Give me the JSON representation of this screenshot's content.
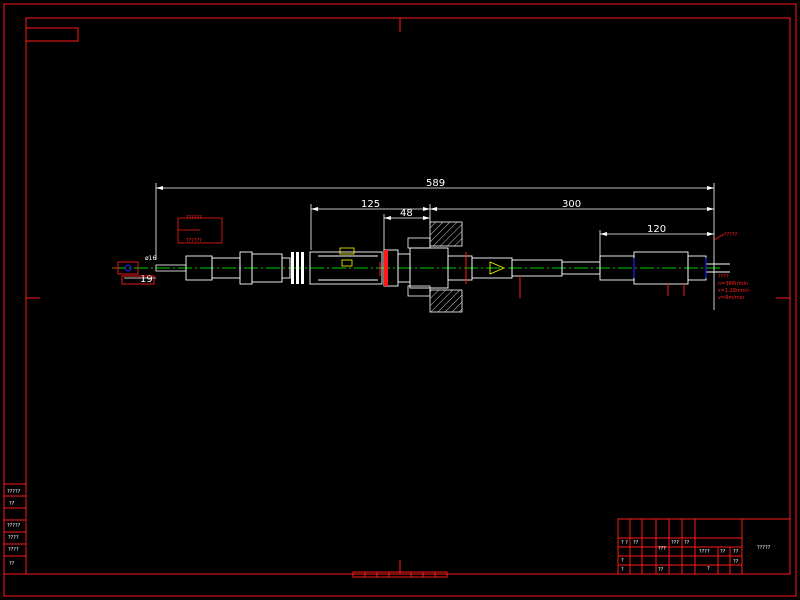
{
  "colors": {
    "frame": "#ff1a1a",
    "dimension": "#ffffff",
    "centerline": "#00cc00",
    "part": "#ffffff",
    "accent": "#ffff00",
    "blue": "#2020ff"
  },
  "dimensions": {
    "total": "589",
    "d125": "125",
    "d48": "48",
    "d300": "300",
    "d120": "120",
    "d19": "19",
    "phi": "ø16"
  },
  "annotations": {
    "boxed_label_1": "??????",
    "boxed_label_2": "??????",
    "right_callout": "?????",
    "spec_title": "????",
    "spec_n": "n=368r/min",
    "spec_s": "s=1.28mm/r",
    "spec_v": "v=8m/min"
  },
  "title_block": {
    "name": "?????",
    "cells": [
      "????",
      "??",
      "??",
      "?",
      "??"
    ]
  },
  "left_legend": [
    "?????",
    "??",
    "?????",
    "????",
    "????",
    "??"
  ]
}
